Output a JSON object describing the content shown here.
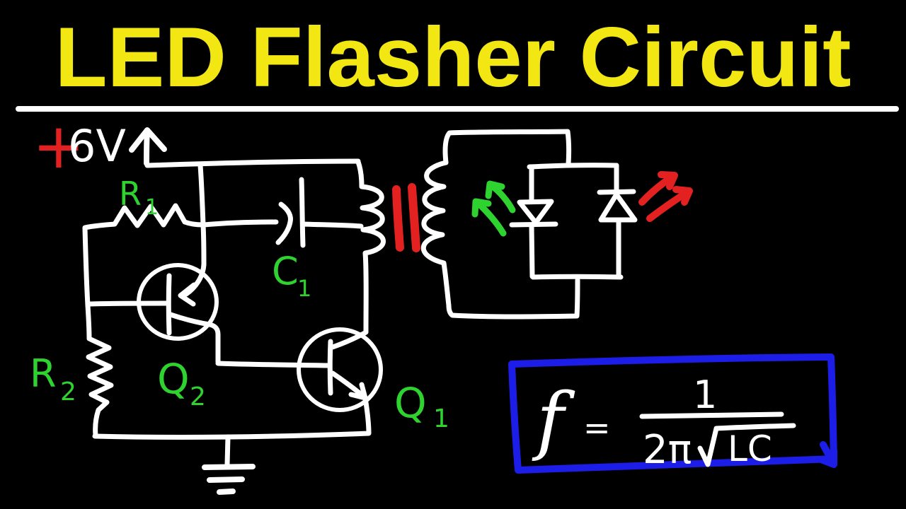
{
  "title": {
    "text": "LED Flasher Circuit"
  },
  "supply": {
    "plus": "+",
    "voltage": "6V"
  },
  "component_labels": {
    "r1": {
      "base": "R",
      "sub": "1"
    },
    "c1": {
      "base": "C",
      "sub": "1"
    },
    "r2": {
      "base": "R",
      "sub": "2"
    },
    "q2": {
      "base": "Q",
      "sub": "2"
    },
    "q1": {
      "base": "Q",
      "sub": "1"
    }
  },
  "formula": {
    "lhs": "f",
    "equals": "=",
    "numerator": "1",
    "denominator_coefficient": "2π",
    "radicand": "LC"
  },
  "colors": {
    "background": "#000000",
    "ink": "#ffffff",
    "title_yellow": "#f3e713",
    "label_green": "#2fd32f",
    "accent_red": "#e32121",
    "box_blue": "#1d1de8"
  }
}
